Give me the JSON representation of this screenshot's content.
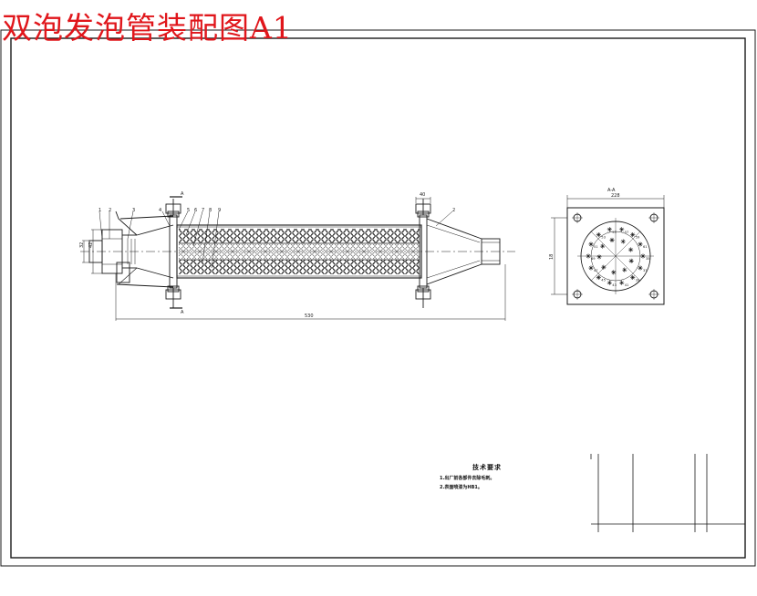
{
  "drawing": {
    "title": "双泡发泡管装配图A1",
    "section_label": "A-A",
    "cut_label_top": "A",
    "cut_label_bottom": "A",
    "dim_total_length": "530",
    "dim_left_a": "32",
    "dim_left_b": "42",
    "dim_top_right": "40",
    "dim_section_width": "228",
    "dim_section_height": "18",
    "part_callouts": [
      "1",
      "2",
      "3",
      "4",
      "5",
      "6",
      "7",
      "8",
      "9",
      "2"
    ],
    "hole_labels": [
      "35",
      "37",
      "39",
      "41",
      "43",
      "45",
      "47",
      "49",
      "51",
      "53",
      "55",
      "57",
      "59",
      "61"
    ],
    "colors": {
      "line": "#1a1a1a",
      "title": "#e0161b"
    }
  },
  "technical_requirements": {
    "heading": "技术要求",
    "items": [
      "1.出厂前各部件去除毛刺。",
      "2.表面喷漆为HB1。"
    ]
  }
}
